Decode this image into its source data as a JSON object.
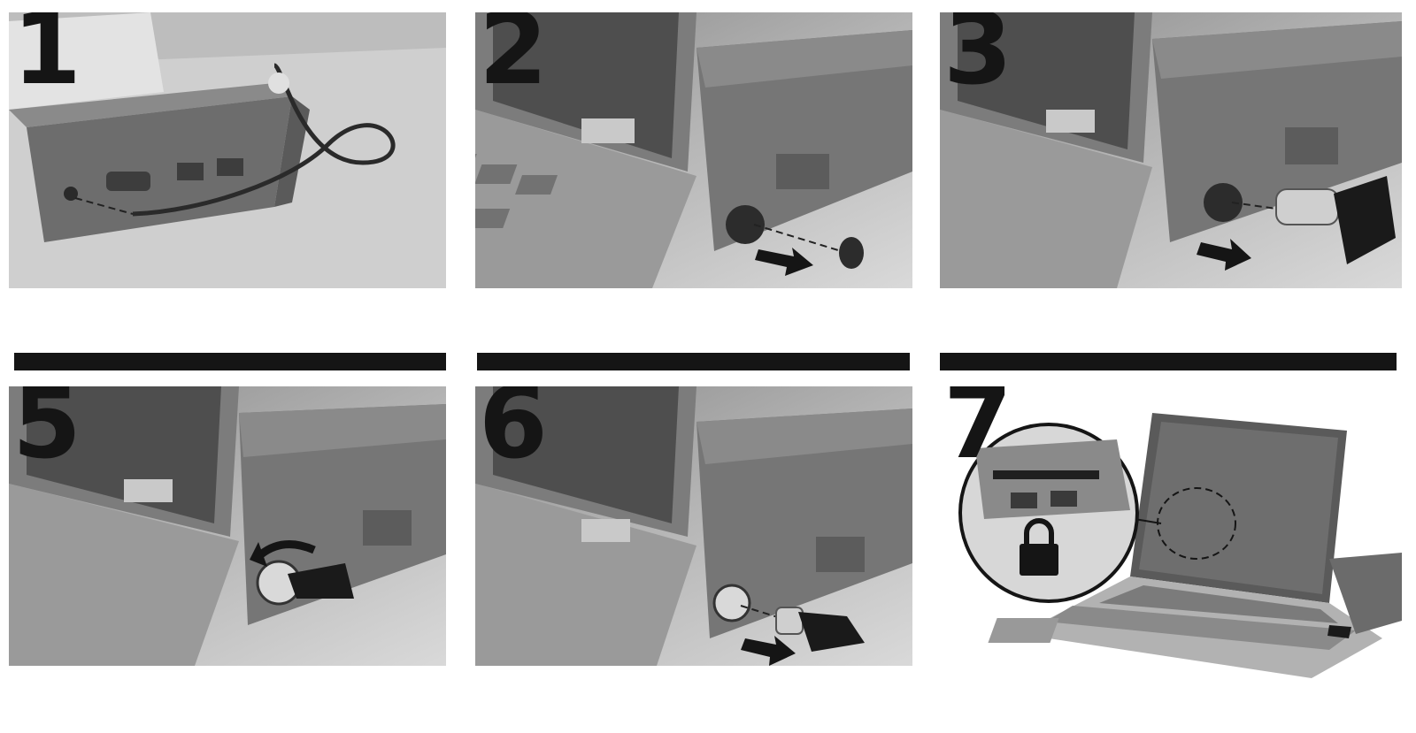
{
  "steps": [
    {
      "number": "1"
    },
    {
      "number": "2"
    },
    {
      "number": "3"
    },
    {
      "number": "5"
    },
    {
      "number": "6"
    },
    {
      "number": "7"
    }
  ],
  "colors": {
    "ink": "#151515",
    "device_dark": "#5a5a5a",
    "device_mid": "#7d7d7d",
    "device_light": "#a9a9a9"
  }
}
